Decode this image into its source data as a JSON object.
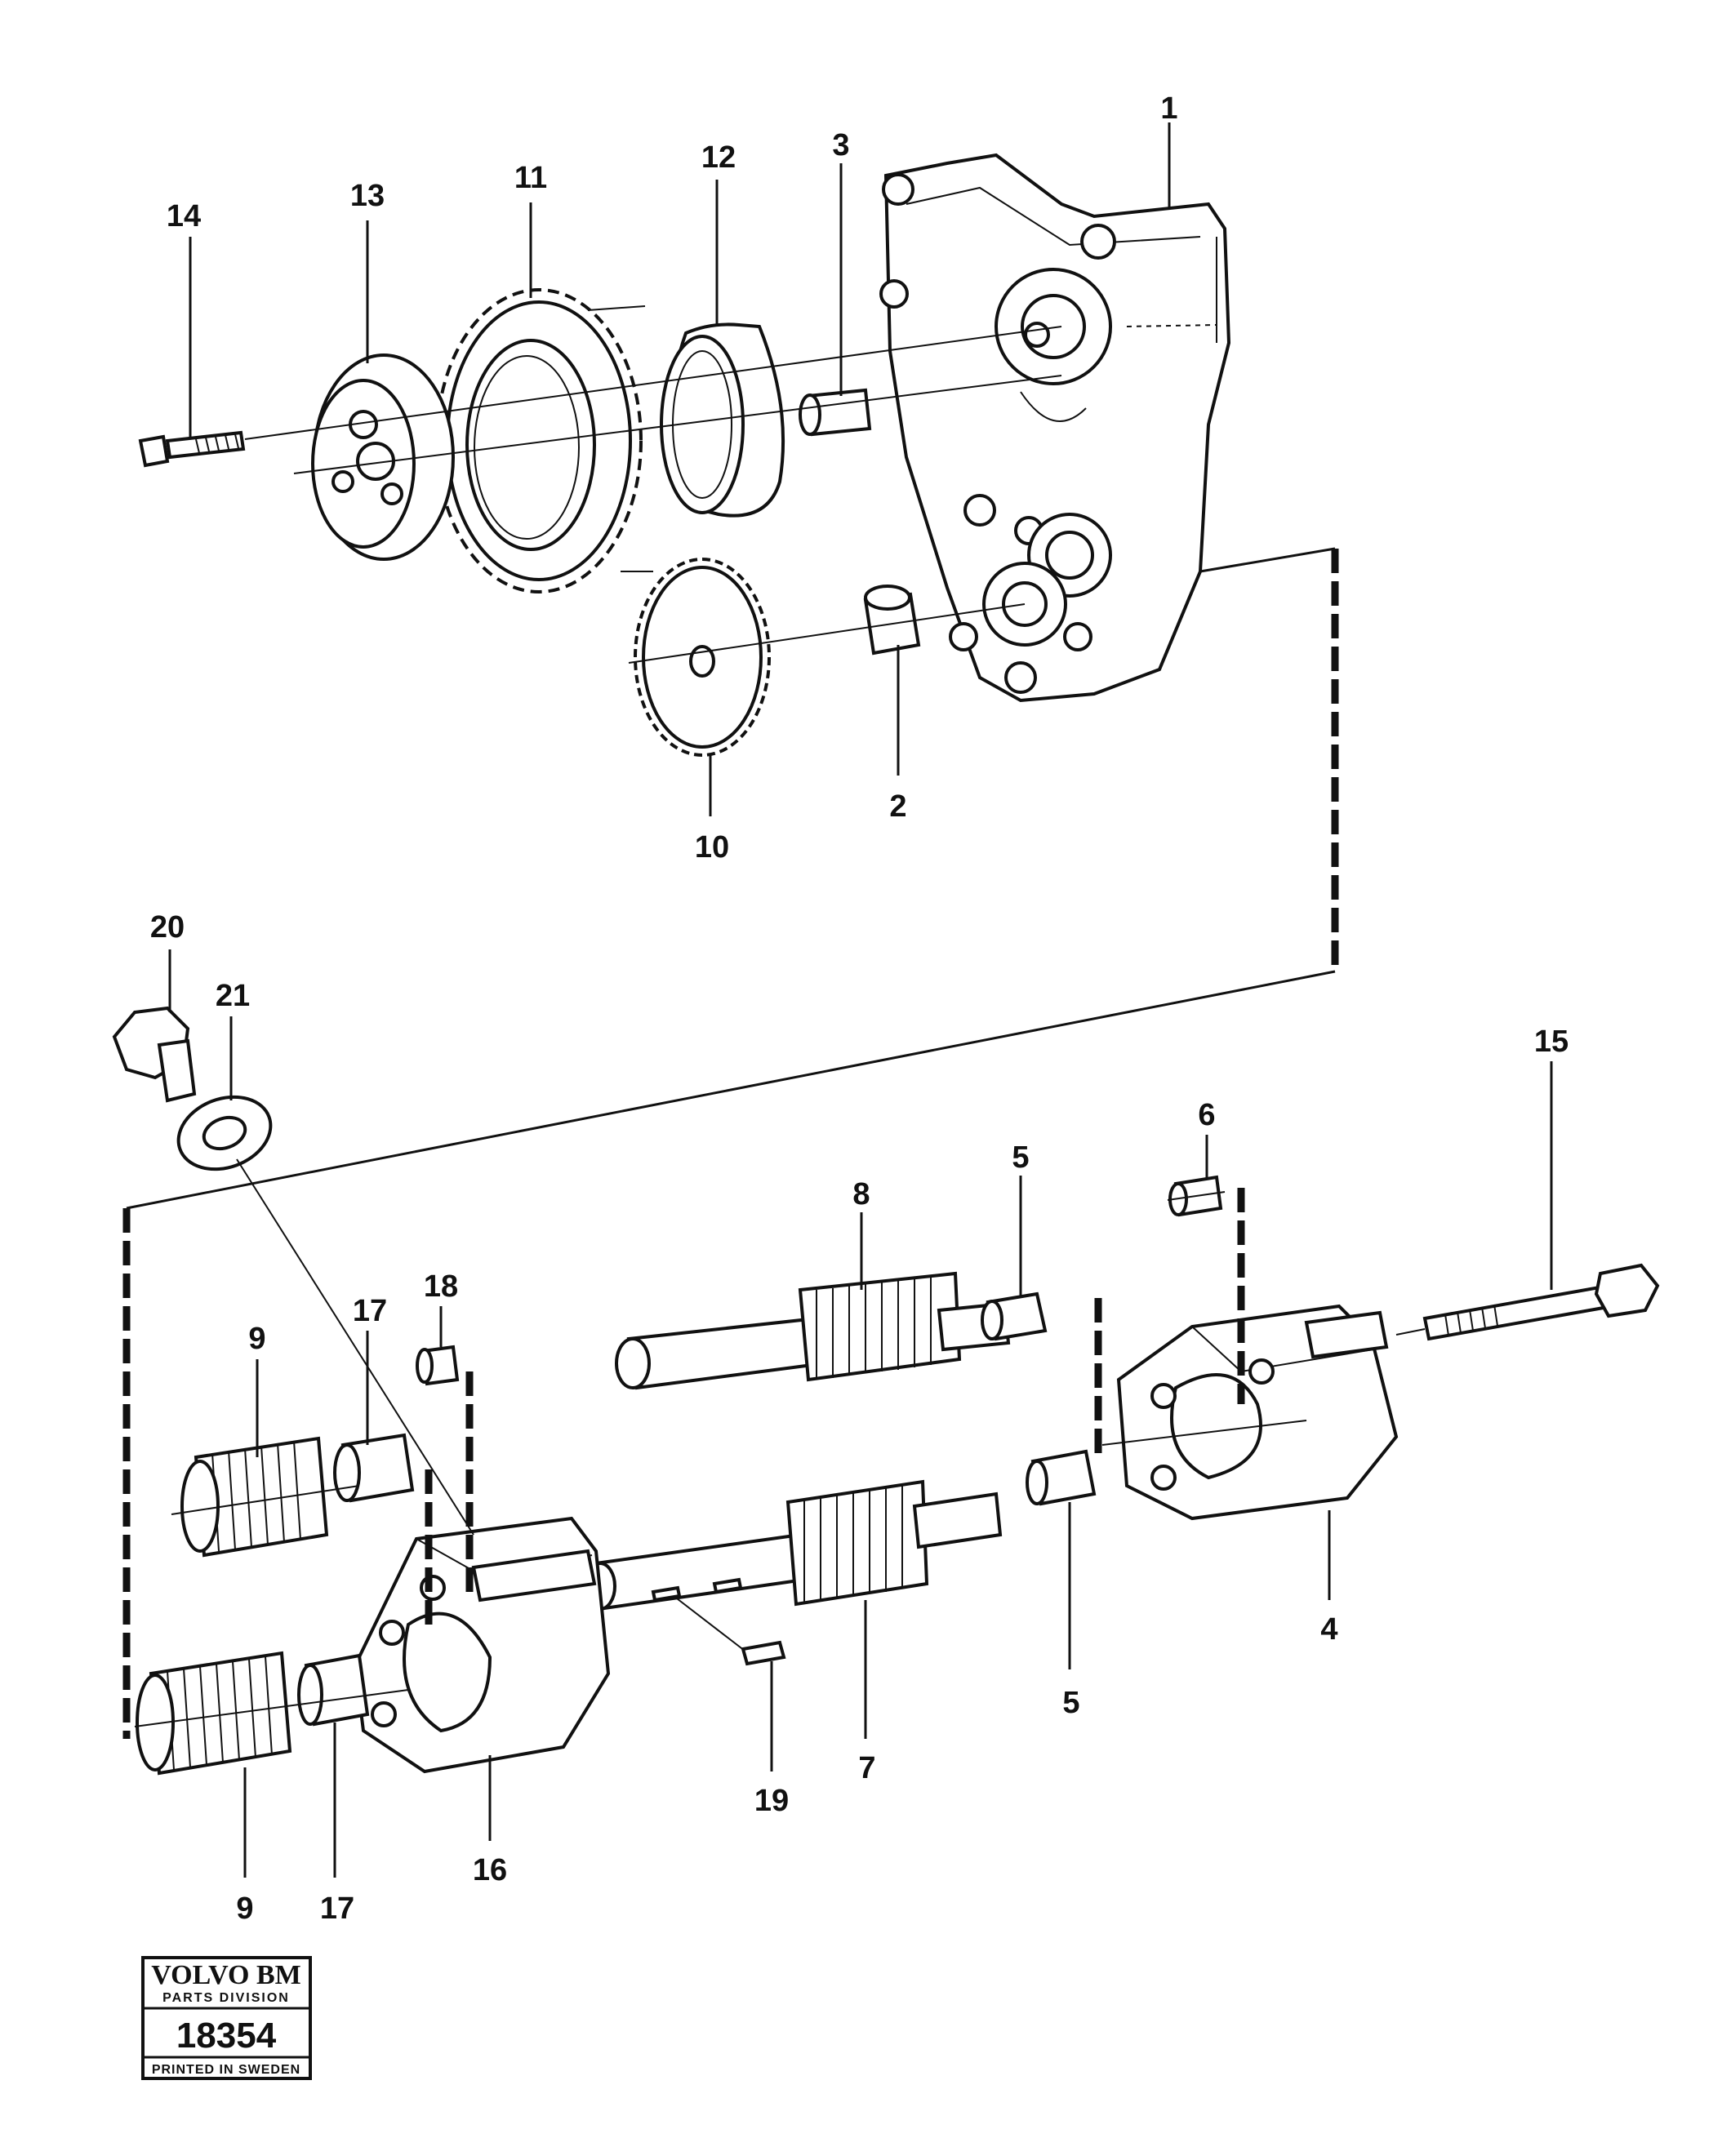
{
  "callouts": {
    "c1": "1",
    "c2": "2",
    "c3": "3",
    "c4": "4",
    "c5a": "5",
    "c5b": "5",
    "c6": "6",
    "c7": "7",
    "c8": "8",
    "c9a": "9",
    "c9b": "9",
    "c10": "10",
    "c11": "11",
    "c12": "12",
    "c13": "13",
    "c14": "14",
    "c15": "15",
    "c16": "16",
    "c17a": "17",
    "c17b": "17",
    "c18": "18",
    "c19": "19",
    "c20": "20",
    "c21": "21"
  },
  "badge": {
    "brand": "VOLVO BM",
    "division": "PARTS DIVISION",
    "number": "18354",
    "printed": "PRINTED IN SWEDEN"
  }
}
